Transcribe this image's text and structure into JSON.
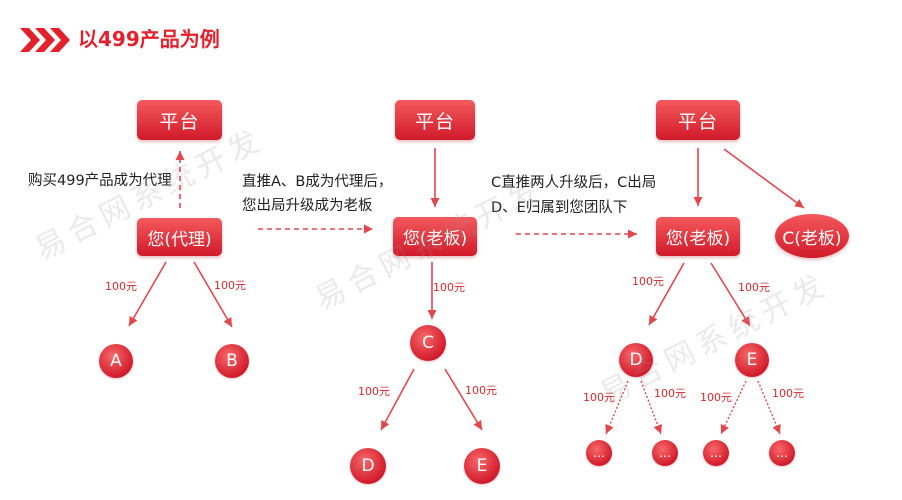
{
  "title": "以499产品为例",
  "watermark": "易合网系统开发",
  "colors": {
    "accent": "#e3212d",
    "box_top": "#f4595c",
    "box_bottom": "#d11a2a",
    "arrow": "#e2474d",
    "amount_text": "#d42a30"
  },
  "icons": {
    "title_marker": "chevron-arrows-icon"
  },
  "step1": {
    "platform": "平台",
    "note": "购买499产品成为代理",
    "you": "您(代理)",
    "left_amount": "100元",
    "right_amount": "100元",
    "left_child": "A",
    "right_child": "B"
  },
  "transition1": {
    "line1": "直推A、B成为代理后，",
    "line2": "您出局升级成为老板"
  },
  "step2": {
    "platform": "平台",
    "you": "您(老板)",
    "down_amount": "100元",
    "child": "C",
    "left_amount": "100元",
    "right_amount": "100元",
    "left_grandchild": "D",
    "right_grandchild": "E"
  },
  "transition2": {
    "line1": "C直推两人升级后，C出局",
    "line2": "D、E归属到您团队下"
  },
  "step3": {
    "platform": "平台",
    "you": "您(老板)",
    "c_boss": "C(老板)",
    "left_amount": "100元",
    "right_amount": "100元",
    "left_child": "D",
    "right_child": "E",
    "d_left_amount": "100元",
    "d_right_amount": "100元",
    "e_left_amount": "100元",
    "e_right_amount": "100元",
    "more": [
      "…",
      "…",
      "…",
      "…"
    ]
  }
}
